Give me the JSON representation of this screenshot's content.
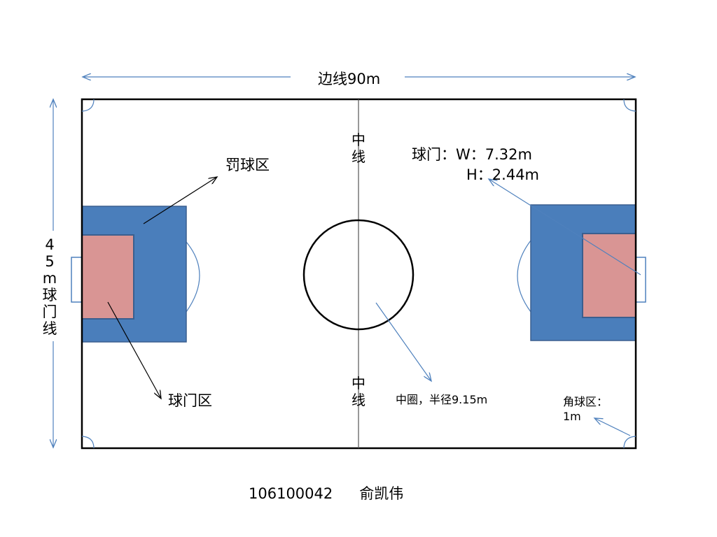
{
  "labels": {
    "sideline": "边线90m",
    "goal_line": "45m球门线",
    "midline_top": "中线",
    "midline_bottom": "中线",
    "penalty_area": "罚球区",
    "goal_area": "球门区",
    "goal_width": "球门：W：7.32m",
    "goal_height": "H：2.44m",
    "center_circle": "中圈，半径9.15m",
    "corner_area_line1": "角球区：",
    "corner_area_line2": "1m"
  },
  "footer": {
    "student_id": "106100042",
    "name": "俞凯伟"
  },
  "colors": {
    "penalty_area": "#4a7ebb",
    "goal_area": "#d99594",
    "lines": "#000000",
    "annotation_arrow": "#4f81bd",
    "background": "#ffffff"
  }
}
